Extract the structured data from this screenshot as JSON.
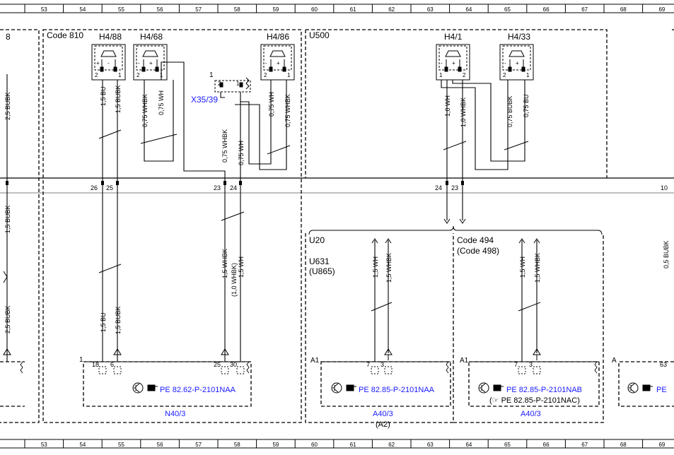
{
  "ruler": {
    "columns": [
      "53",
      "54",
      "55",
      "56",
      "57",
      "58",
      "59",
      "60",
      "61",
      "62",
      "63",
      "64",
      "65",
      "66",
      "67",
      "68",
      "69"
    ]
  },
  "blocks": {
    "left_fragment_label": "8",
    "code810": "Code 810",
    "u500": "U500",
    "u20": "U20",
    "u631": "U631",
    "u865": "(U865)",
    "code494": "Code 494",
    "code498": "(Code 498)"
  },
  "speakers": {
    "h4_88": "H4/88",
    "h4_68": "H4/68",
    "h4_86": "H4/86",
    "h4_1": "H4/1",
    "h4_33": "H4/33"
  },
  "connector": {
    "x35_39": "X35/39",
    "pin1": "1"
  },
  "wires": {
    "w_25bubk_left": "2,5 BUBK",
    "w_15bu_top": "1,5 BU",
    "w_15bubk_top": "1,5 BUBK",
    "w_075whbk_a": "0,75 WHBK",
    "w_075wh_a": "0,75 WH",
    "w_075whbk_c": "0,75 WHBK",
    "w_075wh_c": "0,75 WH",
    "w_075wh_b": "0,75 WH",
    "w_075whbk_b": "0,75 WHBK",
    "w_10wh": "1,0 WH",
    "w_10whbk": "1,0 WHBK",
    "w_075bubk": "0,75 BUBK",
    "w_075bu": "0,75 BU",
    "w_15bubk_mid": "1,5 BUBK",
    "w_15bu_low": "1,5 BU",
    "w_15bubk_low": "1,5 BUBK",
    "w_15whbk": "1,5 WHBK",
    "w_10whbk_alt": "(1,0 WHBK)",
    "w_15wh": "1,5 WH",
    "w_u631_wh": "1,5 WH",
    "w_u631_whbk": "1,5 WHBK",
    "w_c494_wh": "1,5 WH",
    "w_c494_whbk": "1,5 WHBK",
    "w_25bubk_left_low": "2,5 BUBK",
    "w_right_edge": "0,5 BUBK"
  },
  "pins": {
    "p26": "26",
    "p25": "25",
    "p23a": "23",
    "p24a": "24",
    "p24b": "24",
    "p23b": "23",
    "p10": "10",
    "n18": "18",
    "n6": "6",
    "n25": "25",
    "n30": "30",
    "a7a": "7",
    "a3a": "3",
    "a7b": "7",
    "a3b": "3",
    "a63": "63",
    "one": "1",
    "two": "2",
    "plus": "+",
    "minus": "-"
  },
  "modules": {
    "n40_3": {
      "id": "N40/3",
      "ref": "PE 82.62-P-2101NAA"
    },
    "a40_3_u631": {
      "id": "A40/3",
      "sub": "(A2)",
      "ref": "PE 82.85-P-2101NAA",
      "a1": "A1"
    },
    "a40_3_c494": {
      "id": "A40/3",
      "ref": "PE 82.85-P-2101NAB",
      "ref2": "(☞ PE 82.85-P-2101NAC)",
      "a1": "A1"
    },
    "right_frag": {
      "ref": "PE",
      "a": "A"
    },
    "n40_pin1": "1"
  },
  "colors": {
    "link": "#1a1aff",
    "line": "#000000"
  }
}
